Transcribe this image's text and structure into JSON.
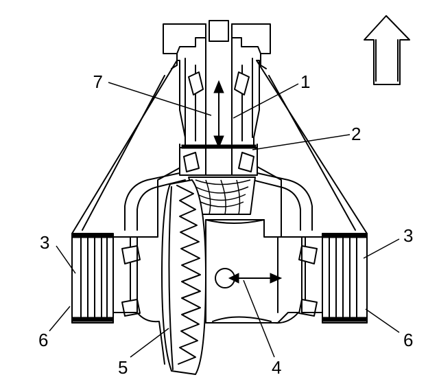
{
  "diagram": {
    "callouts": {
      "c1": "1",
      "c2": "2",
      "c3_left": "3",
      "c3_right": "3",
      "c4": "4",
      "c5": "5",
      "c6_left": "6",
      "c6_right": "6",
      "c7": "7"
    },
    "colors": {
      "ink": "#000000",
      "paper": "#ffffff"
    }
  }
}
